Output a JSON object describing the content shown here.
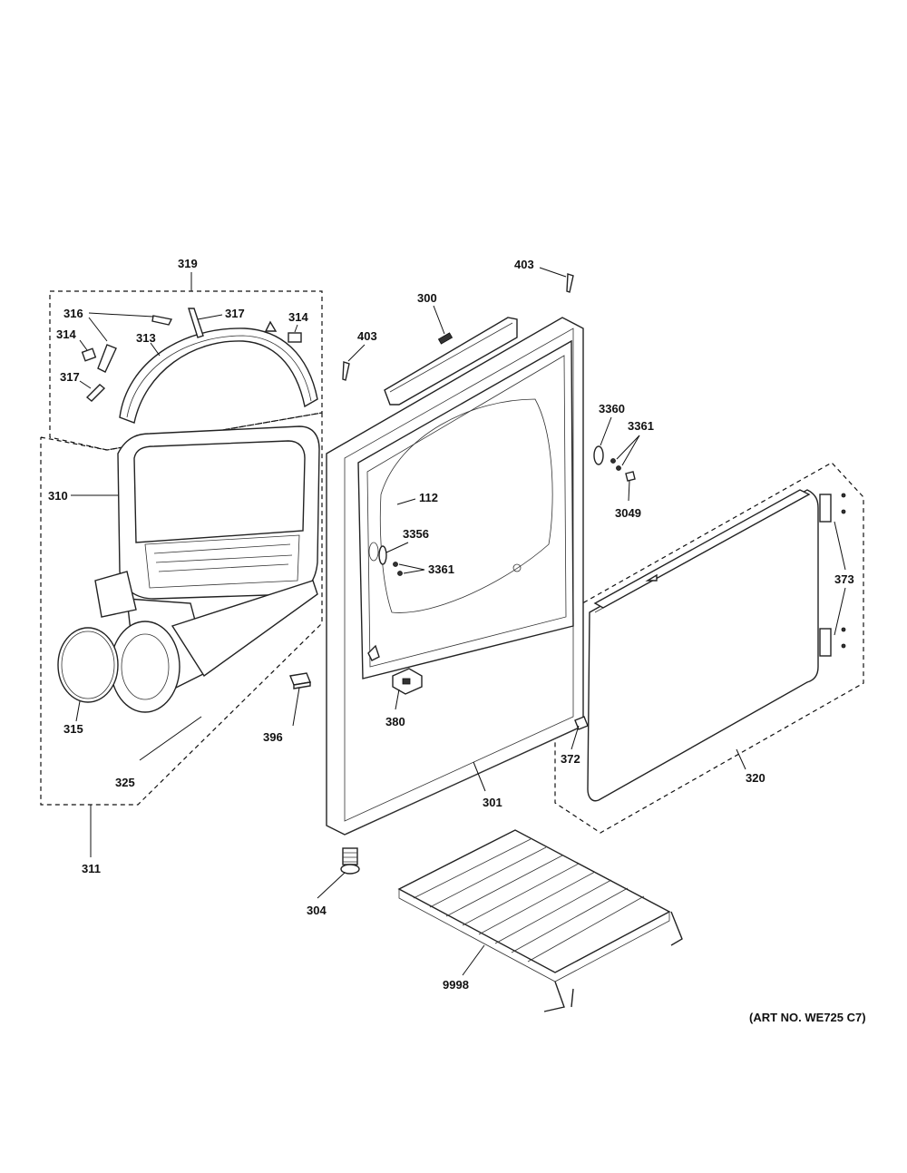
{
  "labels": {
    "l319": "319",
    "l316": "316",
    "l317a": "317",
    "l314a": "314",
    "l314b": "314",
    "l313": "313",
    "l317b": "317",
    "l310": "310",
    "l315": "315",
    "l325": "325",
    "l311": "311",
    "l396": "396",
    "l403a": "403",
    "l403b": "403",
    "l300": "300",
    "l3360": "3360",
    "l3361a": "3361",
    "l3049": "3049",
    "l112": "112",
    "l3356": "3356",
    "l3361b": "3361",
    "l373": "373",
    "l380": "380",
    "l372": "372",
    "l320": "320",
    "l301": "301",
    "l304": "304",
    "l9998": "9998"
  },
  "art_number": "(ART NO. WE725 C7)"
}
